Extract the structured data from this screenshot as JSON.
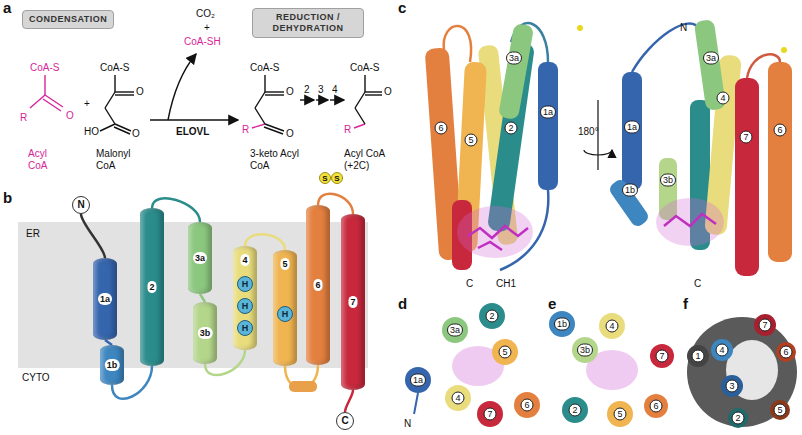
{
  "diagram": {
    "nodes": [
      {
        "text": [
          "CONDENSATION"
        ]
      },
      {
        "text": [
          "REDUCTION / DEHYDRATION"
        ]
      },
      {
        "text": [
          "N"
        ]
      },
      {
        "text": [
          "1a"
        ]
      },
      {
        "text": [
          "1b"
        ]
      },
      {
        "text": [
          "2"
        ]
      },
      {
        "text": [
          "3a"
        ]
      },
      {
        "text": [
          "3b"
        ]
      },
      {
        "text": [
          "4"
        ]
      },
      {
        "text": [
          "5"
        ]
      },
      {
        "text": [
          "6"
        ]
      },
      {
        "text": [
          "7"
        ]
      },
      {
        "text": [
          "C"
        ]
      },
      {
        "text": [
          "H"
        ],
        "in": 8
      },
      {
        "text": [
          "H"
        ],
        "in": 8
      },
      {
        "text": [
          "H"
        ],
        "in": 8
      },
      {
        "text": [
          "H"
        ],
        "in": 9
      }
    ],
    "edges": [
      {
        "from": 2,
        "to": 3,
        "arrow": "none"
      },
      {
        "from": 3,
        "to": 4,
        "arrow": "none"
      },
      {
        "from": 4,
        "to": 5,
        "arrow": "none"
      },
      {
        "from": 5,
        "to": 6,
        "arrow": "none"
      },
      {
        "from": 6,
        "to": 7,
        "arrow": "none"
      },
      {
        "from": 7,
        "to": 8,
        "arrow": "none"
      },
      {
        "from": 8,
        "to": 9,
        "arrow": "none"
      },
      {
        "from": 9,
        "to": 10,
        "arrow": "none"
      },
      {
        "from": 10,
        "to": 11,
        "arrow": "none"
      },
      {
        "from": 11,
        "to": 12,
        "arrow": "none"
      }
    ],
    "labels": [
      "a",
      "CoA-S",
      "R",
      "O",
      "Acyl CoA",
      "+",
      "CoA-S",
      "O",
      "HO",
      "O",
      "Malonyl CoA",
      "CO₂",
      "+",
      "CoA-SH",
      "ELOVL",
      "CoA-S",
      "O",
      "O",
      "R",
      "3-keto Acyl CoA",
      "2",
      "3",
      "4",
      "CoA-S",
      "O",
      "R",
      "Acyl CoA (+2C)",
      "b",
      "ER",
      "CYTO",
      "S",
      "S",
      "c",
      "3a",
      "6",
      "5",
      "2",
      "1a",
      "C",
      "CH1",
      "180°",
      "N",
      "3a",
      "4",
      "1a",
      "7",
      "6",
      "1b",
      "3b",
      "C",
      "d",
      "2",
      "3a",
      "5",
      "1a",
      "4",
      "7",
      "6",
      "N",
      "e",
      "1b",
      "4",
      "3b",
      "7",
      "2",
      "5",
      "6",
      "f",
      "7",
      "1",
      "4",
      "6",
      "3",
      "2",
      "5"
    ]
  }
}
